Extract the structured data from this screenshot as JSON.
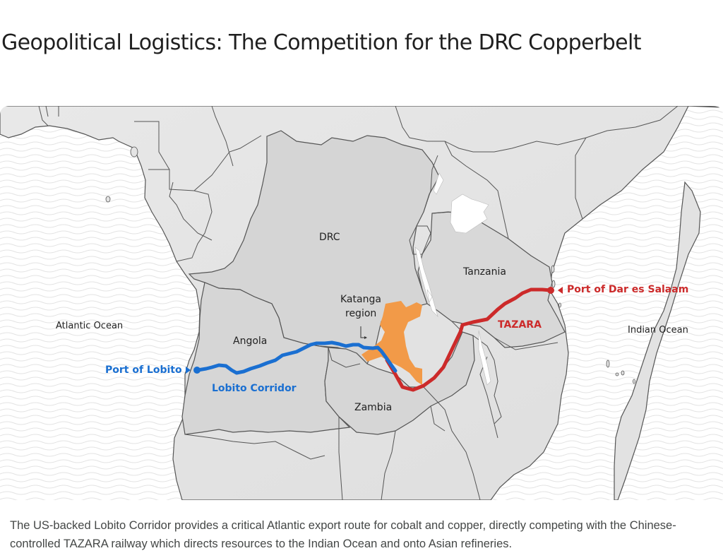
{
  "title": "Geopolitical Logistics: The Competition for the DRC Copperbelt",
  "caption": "The US-backed Lobito Corridor provides a critical Atlantic export route for cobalt and copper, directly competing with the Chinese-controlled TAZARA railway which directs resources to the Indian Ocean and onto Asian refineries.",
  "map": {
    "labels": {
      "drc": "DRC",
      "tanzania": "Tanzania",
      "angola": "Angola",
      "zambia": "Zambia",
      "katanga_line1": "Katanga",
      "katanga_line2": "region",
      "atlantic": "Atlantic Ocean",
      "indian": "Indian Ocean"
    },
    "routes": {
      "lobito": {
        "name": "Lobito Corridor",
        "port": "Port of Lobito",
        "color": "#1a6fd1"
      },
      "tazara": {
        "name": "TAZARA",
        "port": "Port of Dar es Salaam",
        "color": "#cc2a2a"
      }
    },
    "colors": {
      "ocean": "#ffffff",
      "land": "#e4e4e4",
      "highlight_land": "#d6d6d6",
      "katanga": "#f29a48",
      "border": "#555555",
      "lake": "#ffffff"
    }
  }
}
